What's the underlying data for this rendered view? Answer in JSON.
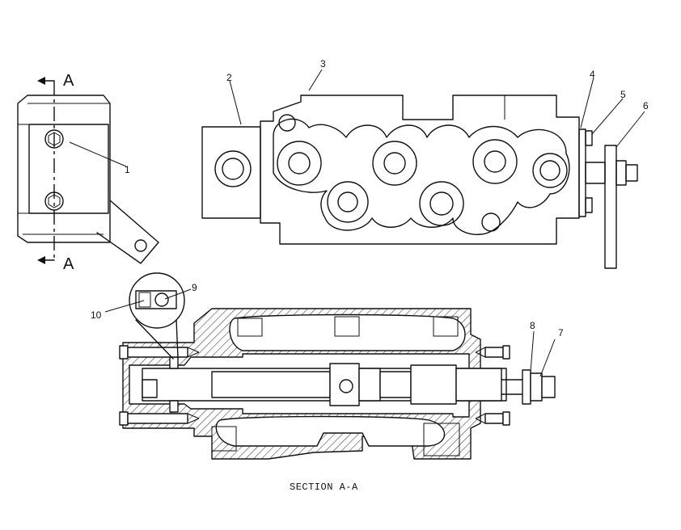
{
  "section_marks": {
    "top": "A",
    "bottom": "A"
  },
  "callouts": {
    "c1": "1",
    "c2": "2",
    "c3": "3",
    "c4": "4",
    "c5": "5",
    "c6": "6",
    "c7": "7",
    "c8": "8",
    "c9": "9",
    "c10": "10"
  },
  "section_title": "SECTION A-A"
}
